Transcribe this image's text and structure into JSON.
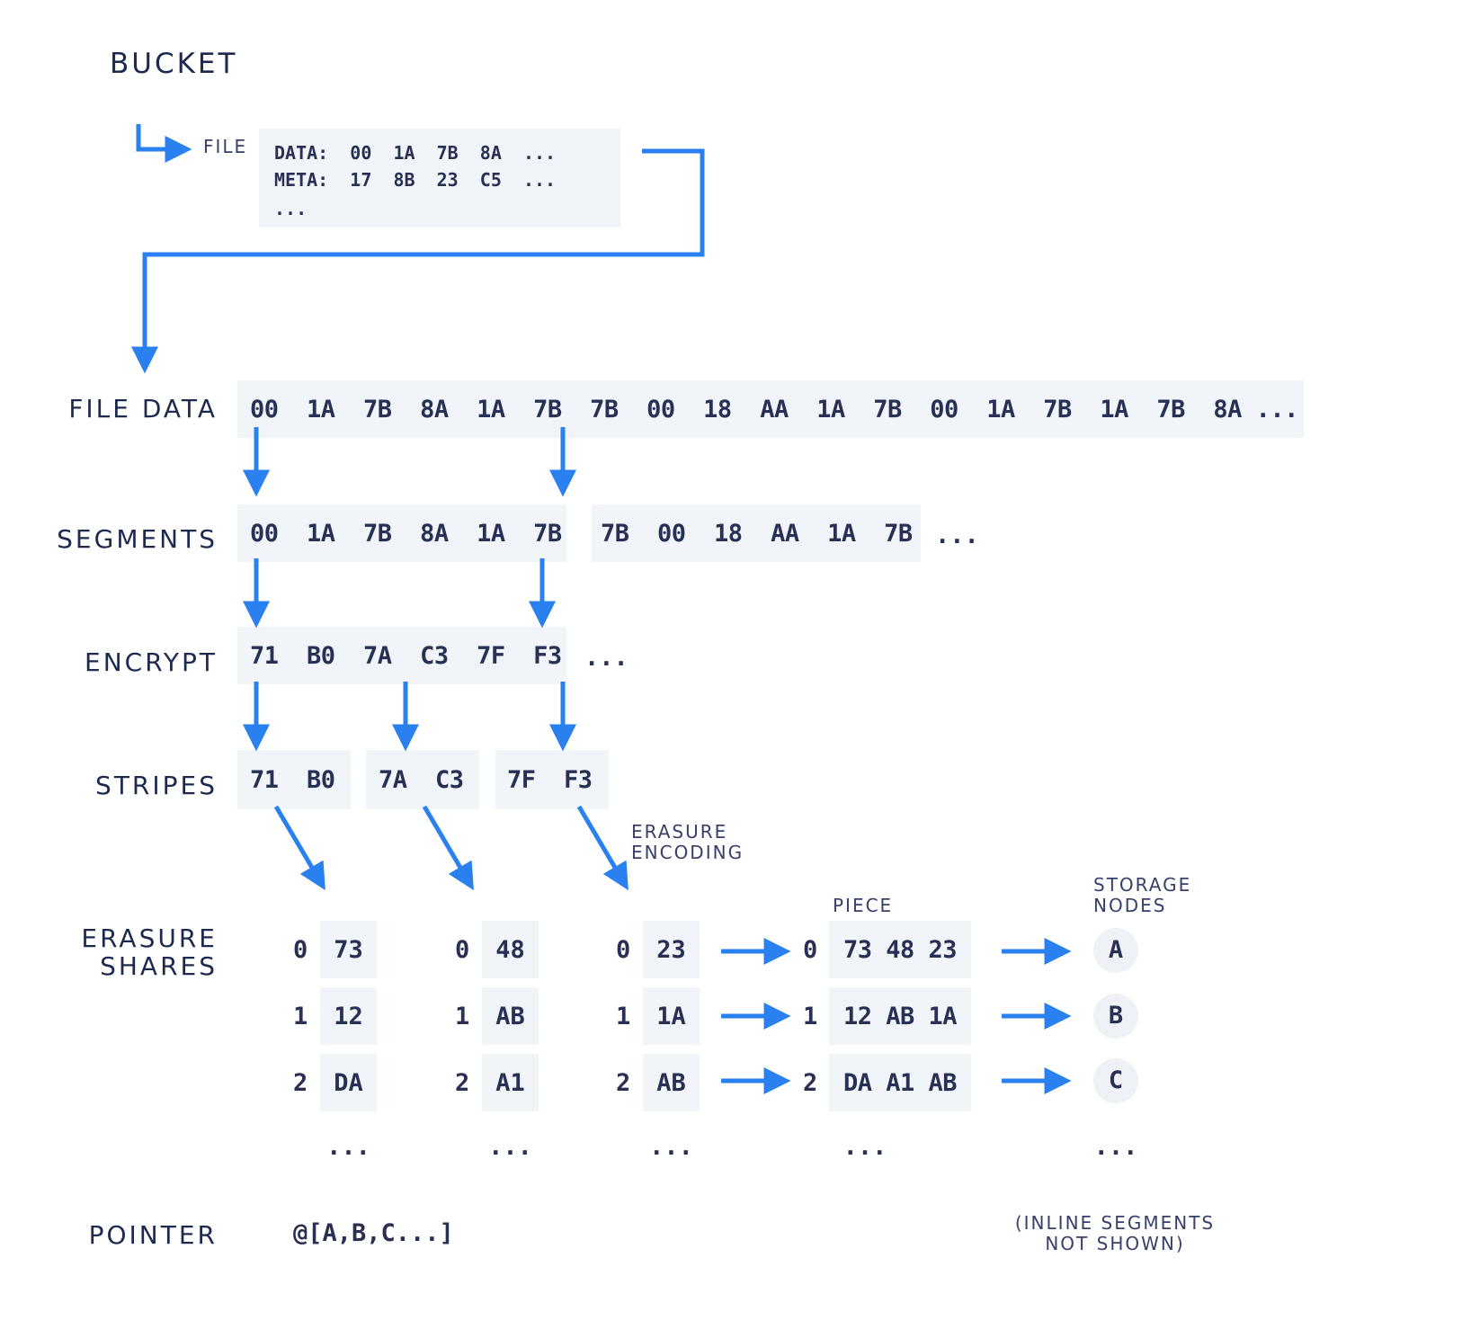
{
  "title": "BUCKET",
  "file": {
    "label": "FILE",
    "data_line": "DATA:  00  1A  7B  8A  ...",
    "meta_line": "META:  17  8B  23  C5  ...",
    "more": "..."
  },
  "rows": {
    "file_data": "FILE DATA",
    "segments": "SEGMENTS",
    "encrypt": "ENCRYPT",
    "stripes": "STRIPES",
    "erasure_shares_1": "ERASURE",
    "erasure_shares_2": "SHARES",
    "pointer": "POINTER"
  },
  "file_data_bytes": "00  1A  7B  8A  1A  7B  7B  00  18  AA  1A  7B  00  1A  7B  1A  7B  8A ...",
  "segments": {
    "seg1": "00  1A  7B  8A  1A  7B",
    "seg2": "7B  00  18  AA  1A  7B",
    "more": "..."
  },
  "encrypt": {
    "bytes": "71  B0  7A  C3  7F  F3",
    "more": "..."
  },
  "stripes": [
    "71  B0",
    "7A  C3",
    "7F  F3"
  ],
  "erasure_encoding_label_1": "ERASURE",
  "erasure_encoding_label_2": "ENCODING",
  "share_indices": [
    "0",
    "1",
    "2"
  ],
  "shares": [
    {
      "values": [
        "73",
        "12",
        "DA"
      ]
    },
    {
      "values": [
        "48",
        "AB",
        "A1"
      ]
    },
    {
      "values": [
        "23",
        "1A",
        "AB"
      ]
    }
  ],
  "piece": {
    "label": "PIECE",
    "values": [
      "73 48 23",
      "12 AB 1A",
      "DA A1 AB"
    ]
  },
  "storage_nodes": {
    "label_1": "STORAGE",
    "label_2": "NODES",
    "nodes": [
      "A",
      "B",
      "C"
    ]
  },
  "ellipsis": "...",
  "pointer_value": "@[A,B,C...]",
  "note_1": "(INLINE SEGMENTS",
  "note_2": "NOT SHOWN)",
  "colors": {
    "arrow": "#2b80f0",
    "box_bg": "#f1f5fa",
    "text": "#2a2f54",
    "label": "#1d2a4f"
  }
}
